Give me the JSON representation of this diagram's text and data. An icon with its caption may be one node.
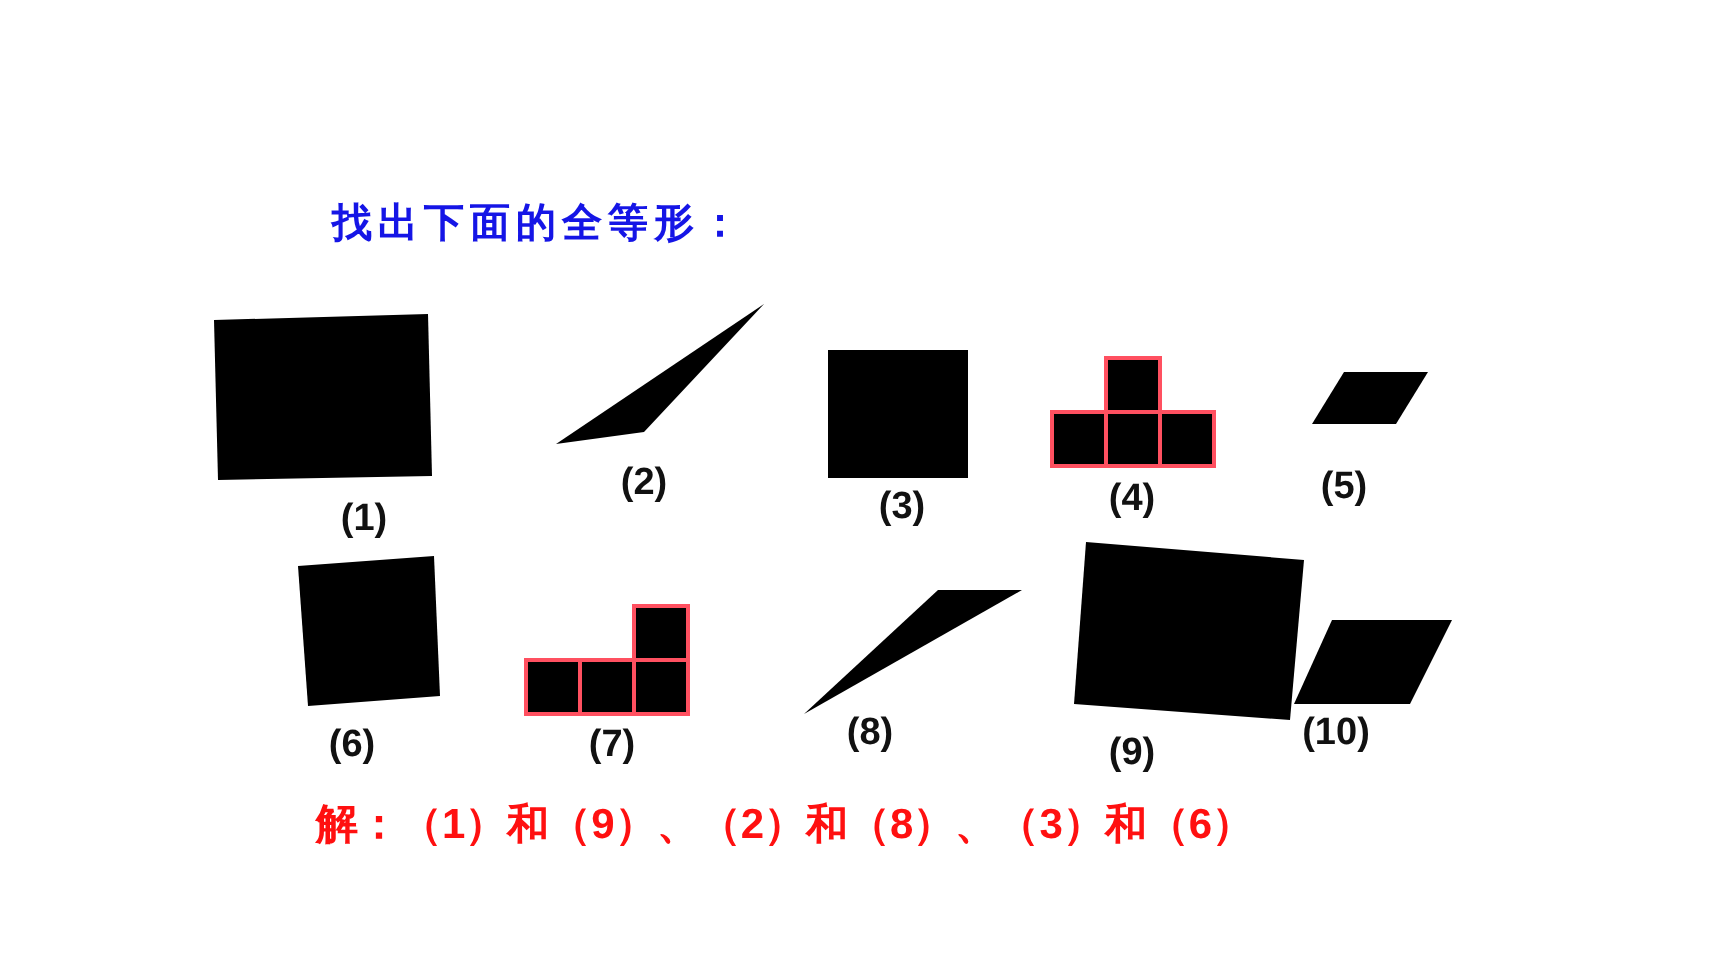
{
  "diagram": {
    "title": "找出下面的全等形：",
    "labels": [
      "(1)",
      "(2)",
      "(3)",
      "(4)",
      "(5)",
      "(6)",
      "(7)",
      "(8)",
      "(9)",
      "(10)",
      "解：（1）和（9）、（2）和（8）、（3）和（6）"
    ]
  }
}
